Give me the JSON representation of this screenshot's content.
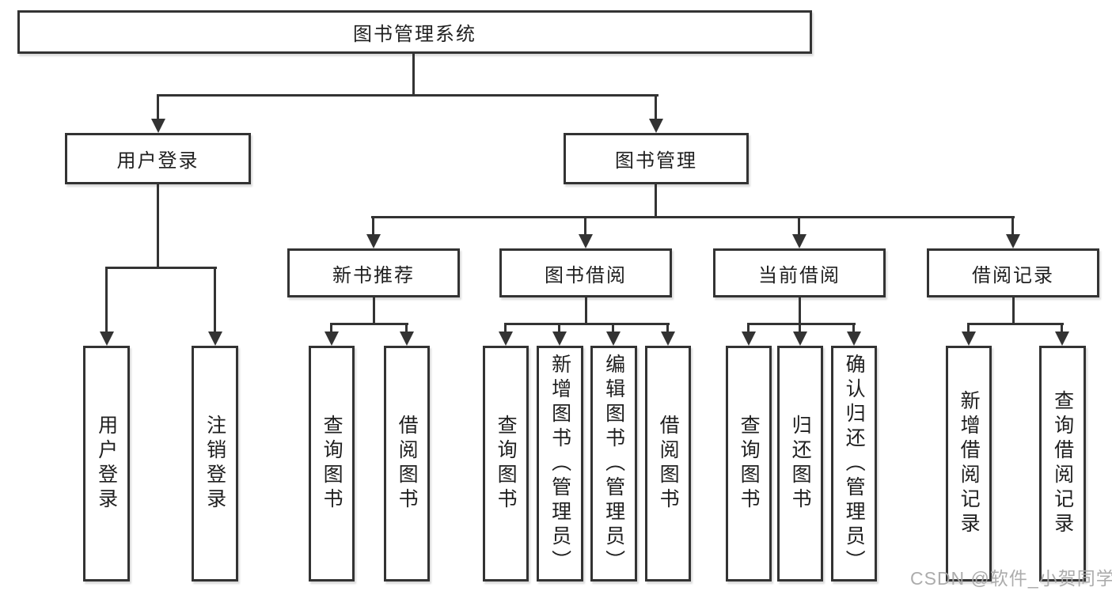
{
  "diagram": {
    "root": {
      "label": "图书管理系统"
    },
    "branches": [
      {
        "label": "用户登录",
        "children": [
          {
            "label": "用户登录"
          },
          {
            "label": "注销登录"
          }
        ]
      },
      {
        "label": "图书管理",
        "children": [
          {
            "label": "新书推荐",
            "children": [
              {
                "label": "查询图书"
              },
              {
                "label": "借阅图书"
              }
            ]
          },
          {
            "label": "图书借阅",
            "children": [
              {
                "label": "查询图书"
              },
              {
                "label": "新增图书（管理员）"
              },
              {
                "label": "编辑图书（管理员）"
              },
              {
                "label": "借阅图书"
              }
            ]
          },
          {
            "label": "当前借阅",
            "children": [
              {
                "label": "查询图书"
              },
              {
                "label": "归还图书"
              },
              {
                "label": "确认归还（管理员）"
              }
            ]
          },
          {
            "label": "借阅记录",
            "children": [
              {
                "label": "新增借阅记录"
              },
              {
                "label": "查询借阅记录"
              }
            ]
          }
        ]
      }
    ]
  },
  "watermark": {
    "text": "CSDN @软件_小贺同学"
  },
  "colors": {
    "line": "#333333",
    "text": "#1f1f1f",
    "background": "#ffffff",
    "watermark": "#a8a8a8"
  }
}
